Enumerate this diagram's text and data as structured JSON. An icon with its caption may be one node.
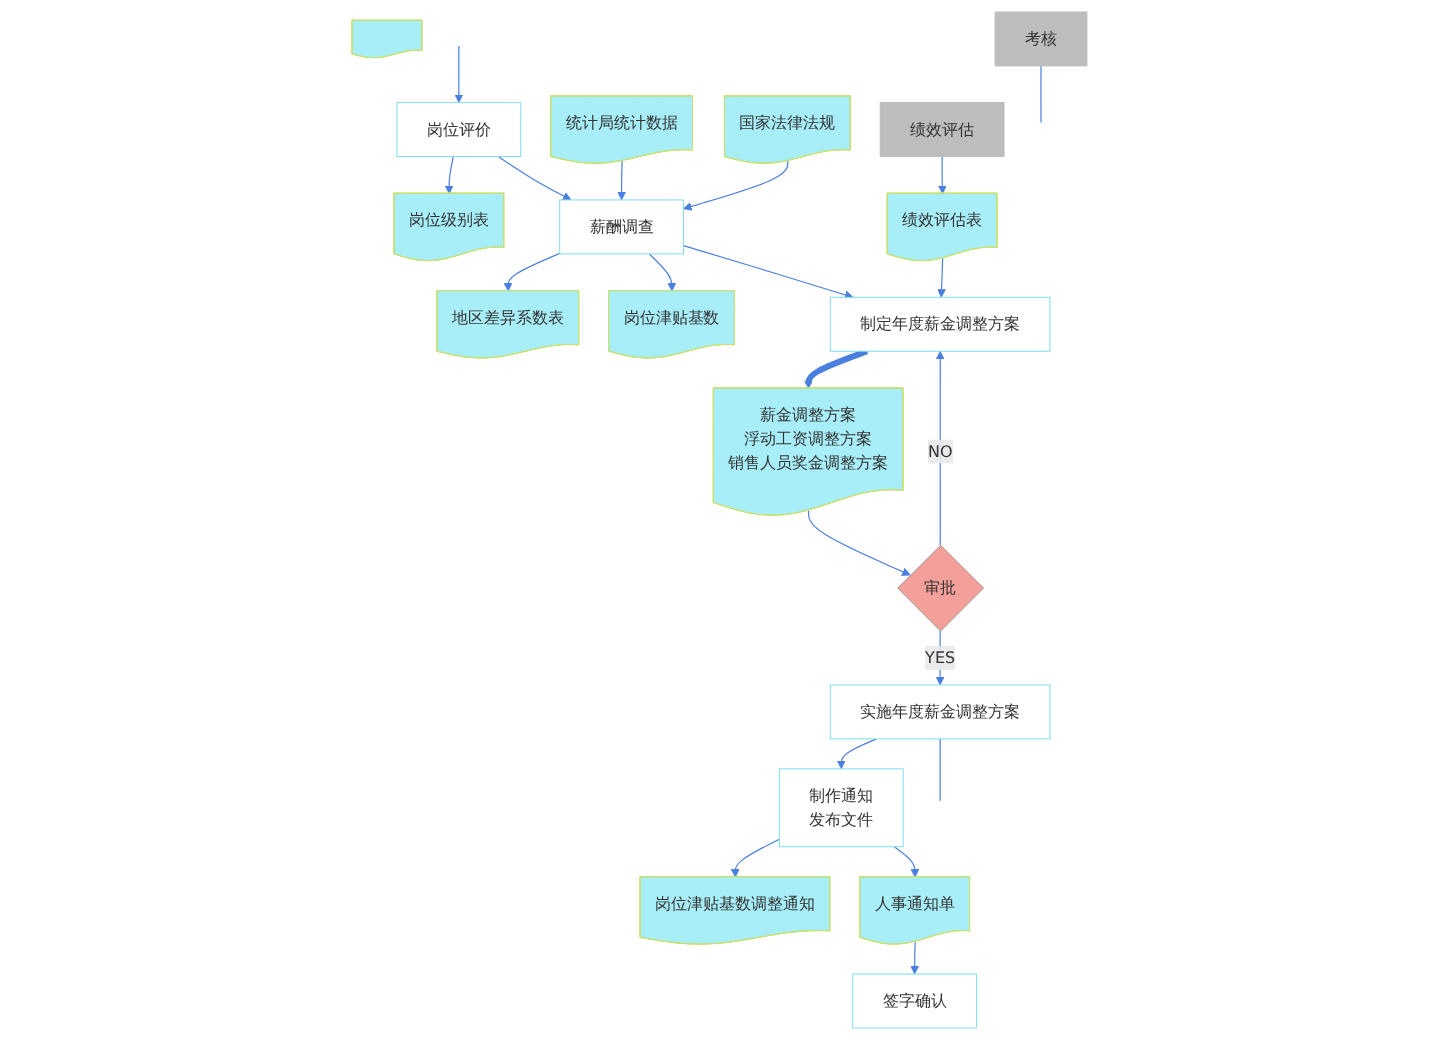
{
  "diagram": {
    "nodes": [
      {
        "text": [
          "岗位评价"
        ]
      },
      {
        "text": [
          "岗位级别表"
        ]
      },
      {
        "text": [
          "统计局统计数据"
        ]
      },
      {
        "text": [
          "国家法律法规"
        ]
      },
      {
        "text": [
          "薪酬调查"
        ]
      },
      {
        "text": [
          "地区差异系数表"
        ]
      },
      {
        "text": [
          "岗位津贴基数"
        ]
      },
      {
        "text": [
          "绩效评估表"
        ]
      },
      {
        "text": [
          "绩效评估"
        ]
      },
      {
        "text": [
          "制定年度薪金调整方案"
        ]
      },
      {
        "text": [
          "薪金调整方案",
          "浮动工资调整方案",
          "销售人员奖金调整方案"
        ]
      },
      {
        "text": [
          "审批"
        ]
      },
      {
        "text": [
          "实施年度薪金调整方案"
        ]
      },
      {
        "text": [
          "制作通知",
          "发布文件"
        ]
      },
      {
        "text": [
          "岗位津贴基数调整通知"
        ]
      },
      {
        "text": [
          "人事通知单"
        ]
      },
      {
        "text": [
          "签字确认"
        ]
      },
      {
        "text": [],
        "shape": "box"
      },
      {
        "text": [
          "考核"
        ]
      }
    ],
    "edges": [
      {
        "from": null,
        "to": 0,
        "arrow": "to"
      },
      {
        "from": 0,
        "to": 1,
        "arrow": "to"
      },
      {
        "from": 0,
        "to": 4,
        "arrow": "to"
      },
      {
        "from": 2,
        "to": 4,
        "arrow": "to"
      },
      {
        "from": 3,
        "to": 4,
        "arrow": "to"
      },
      {
        "from": 4,
        "to": 5,
        "arrow": "to"
      },
      {
        "from": 4,
        "to": 6,
        "arrow": "to"
      },
      {
        "from": 4,
        "to": 9,
        "arrow": "to"
      },
      {
        "from": 8,
        "to": 7,
        "arrow": "to"
      },
      {
        "from": 7,
        "to": 9,
        "arrow": "to"
      },
      {
        "from": 9,
        "to": 10,
        "arrow": "to",
        "style": "thick"
      },
      {
        "from": 10,
        "to": 11,
        "arrow": "to"
      },
      {
        "from": 11,
        "to": 9,
        "arrow": "to",
        "label": "NO"
      },
      {
        "from": 11,
        "to": 12,
        "arrow": "to",
        "label": "YES"
      },
      {
        "from": 12,
        "to": 13,
        "arrow": "to"
      },
      {
        "from": 13,
        "to": 14,
        "arrow": "to"
      },
      {
        "from": 13,
        "to": 15,
        "arrow": "to"
      },
      {
        "from": 15,
        "to": 16,
        "arrow": "to"
      },
      {
        "from": 12,
        "to": null,
        "arrow": "none"
      },
      {
        "from": 18,
        "to": null,
        "arrow": "none"
      }
    ]
  }
}
